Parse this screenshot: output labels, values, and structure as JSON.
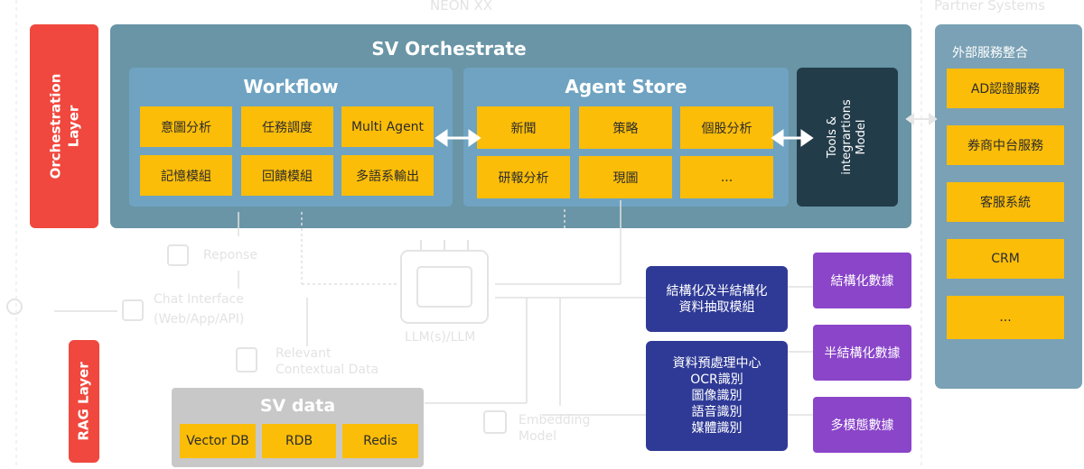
{
  "ghost_headers": {
    "top_center": "NEON XX",
    "top_right": "Partner Systems"
  },
  "layers": {
    "orchestration": "Orchestration Layer",
    "rag": "RAG Layer"
  },
  "orchestrate": {
    "title": "SV Orchestrate",
    "workflow": {
      "title": "Workflow",
      "tiles": [
        "意圖分析",
        "任務調度",
        "Multi Agent",
        "記憶模組",
        "回饋模組",
        "多語系輸出"
      ]
    },
    "agent_store": {
      "title": "Agent Store",
      "tiles": [
        "新聞",
        "策略",
        "個股分析",
        "研報分析",
        "現圖",
        "..."
      ]
    },
    "tools": {
      "line1": "Tools &",
      "line2": "integrartions",
      "line3": "Model"
    }
  },
  "partner": {
    "title": "外部服務整合",
    "tiles": [
      "AD認證服務",
      "券商中台服務",
      "客服系統",
      "CRM",
      "..."
    ]
  },
  "ghost_labels": {
    "response": "Reponse",
    "chat_interface_1": "Chat Interface",
    "chat_interface_2": "(Web/App/API)",
    "relevant_1": "Relevant",
    "relevant_2": "Contextual Data",
    "llm": "LLM(s)/LLM",
    "embedding_1": "Embedding",
    "embedding_2": "Model"
  },
  "structuring": {
    "line1": "結構化及半結構化",
    "line2": "資料抽取模組"
  },
  "preprocess": {
    "lines": [
      "資料預處理中心",
      "OCR識別",
      "圖像識別",
      "語音識別",
      "媒體識別"
    ]
  },
  "data_types": [
    "結構化數據",
    "半結構化數據",
    "多模態數據"
  ],
  "sv_data": {
    "title": "SV data",
    "tiles": [
      "Vector DB",
      "RDB",
      "Redis"
    ]
  },
  "colors": {
    "orchestrate_bg": "#6995a6",
    "panel": "#6fa3c1",
    "tile": "#fbbd08",
    "tools": "#223c4a",
    "layer_label": "#f0483e",
    "purple": "#8a45c9",
    "navy": "#2f3a96",
    "sv_data": "#c8c8c8"
  }
}
